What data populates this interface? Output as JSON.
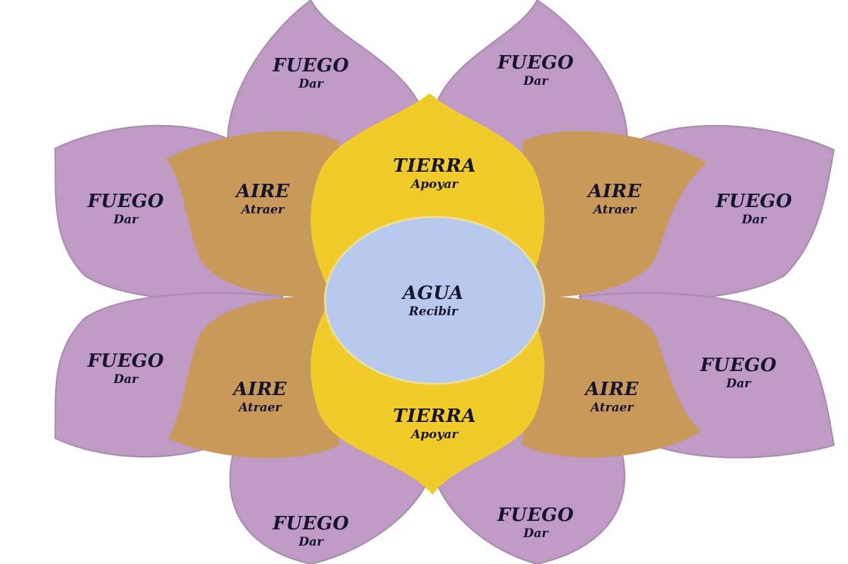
{
  "diagram": {
    "type": "flower-elements",
    "colors": {
      "background": "#ffffff",
      "fuego_petal": "#bf9ac4",
      "fuego_edge": "#a98aaf",
      "aire_petal": "#c9995a",
      "tierra_petal": "#f0cb2a",
      "agua_center": "#b8c8ec",
      "text": "#15152e"
    },
    "center": {
      "label": "AGUA",
      "sublabel": "Recibir"
    },
    "tierra": [
      {
        "position": "top",
        "label": "TIERRA",
        "sublabel": "Apoyar"
      },
      {
        "position": "bottom",
        "label": "TIERRA",
        "sublabel": "Apoyar"
      }
    ],
    "aire": [
      {
        "position": "upper-left",
        "label": "AIRE",
        "sublabel": "Atraer"
      },
      {
        "position": "upper-right",
        "label": "AIRE",
        "sublabel": "Atraer"
      },
      {
        "position": "lower-left",
        "label": "AIRE",
        "sublabel": "Atraer"
      },
      {
        "position": "lower-right",
        "label": "AIRE",
        "sublabel": "Atraer"
      }
    ],
    "fuego": [
      {
        "position": "top-left",
        "label": "FUEGO",
        "sublabel": "Dar"
      },
      {
        "position": "top-right",
        "label": "FUEGO",
        "sublabel": "Dar"
      },
      {
        "position": "left-upper",
        "label": "FUEGO",
        "sublabel": "Dar"
      },
      {
        "position": "right-upper",
        "label": "FUEGO",
        "sublabel": "Dar"
      },
      {
        "position": "left-lower",
        "label": "FUEGO",
        "sublabel": "Dar"
      },
      {
        "position": "right-lower",
        "label": "FUEGO",
        "sublabel": "Dar"
      },
      {
        "position": "bottom-left",
        "label": "FUEGO",
        "sublabel": "Dar"
      },
      {
        "position": "bottom-right",
        "label": "FUEGO",
        "sublabel": "Dar"
      }
    ]
  }
}
